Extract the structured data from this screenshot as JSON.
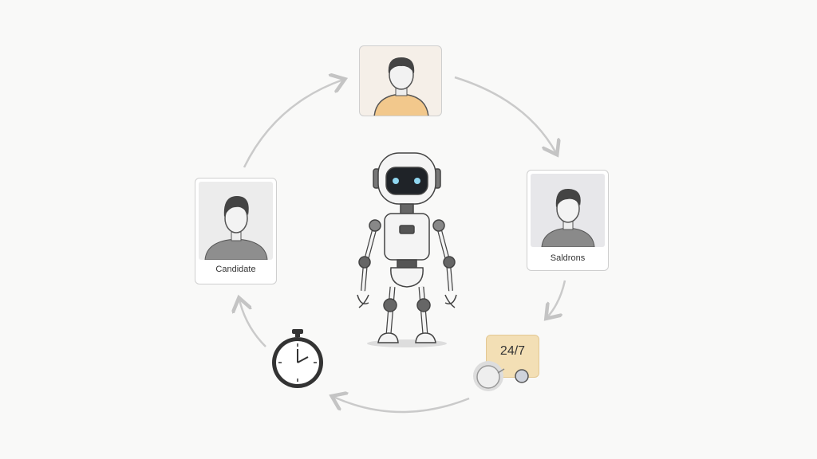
{
  "cards": {
    "top": {
      "label": ""
    },
    "right": {
      "label": "Saldrons"
    },
    "left": {
      "label": "Candidate"
    }
  },
  "badge": {
    "text": "24/7"
  },
  "icons": [
    "person-icon",
    "robot-icon",
    "stopwatch-icon",
    "cycle-arrow-icon"
  ],
  "colors": {
    "accent_shirt": "#f2c88c",
    "badge_bg": "#f3dfb5",
    "robot_eyes": "#8fd6f0",
    "arrow": "#c8c8c8"
  }
}
